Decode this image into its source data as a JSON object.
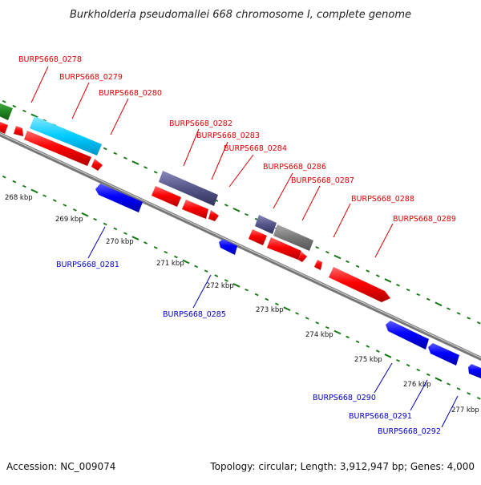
{
  "header": {
    "title": "Burkholderia pseudomallei 668 chromosome I, complete genome"
  },
  "footer": {
    "accession": "Accession: NC_009074",
    "summary": "Topology: circular; Length: 3,912,947 bp; Genes: 4,000"
  },
  "colors": {
    "forward_gene": "#ff0000",
    "reverse_gene": "#0000ff",
    "cds_highlight_cyan": "#00ccff",
    "cds_highlight_slate": "#555588",
    "cds_highlight_gray": "#777777",
    "cds_highlight_green": "#228822",
    "backbone": "#888888",
    "tick_marks": "#117711",
    "forward_label": "#e00000",
    "reverse_label": "#0000cc"
  },
  "scale": {
    "kbp_labels": [
      "268 kbp",
      "269 kbp",
      "270 kbp",
      "271 kbp",
      "272 kbp",
      "273 kbp",
      "274 kbp",
      "275 kbp",
      "276 kbp",
      "277 kbp"
    ]
  },
  "genes_forward": [
    {
      "label": "BURPS668_0278"
    },
    {
      "label": "BURPS668_0279"
    },
    {
      "label": "BURPS668_0280"
    },
    {
      "label": "BURPS668_0282"
    },
    {
      "label": "BURPS668_0283"
    },
    {
      "label": "BURPS668_0284"
    },
    {
      "label": "BURPS668_0286"
    },
    {
      "label": "BURPS668_0287"
    },
    {
      "label": "BURPS668_0288"
    },
    {
      "label": "BURPS668_0289"
    }
  ],
  "genes_reverse": [
    {
      "label": "BURPS668_0281"
    },
    {
      "label": "BURPS668_0285"
    },
    {
      "label": "BURPS668_0290"
    },
    {
      "label": "BURPS668_0291"
    },
    {
      "label": "BURPS668_0292"
    }
  ]
}
